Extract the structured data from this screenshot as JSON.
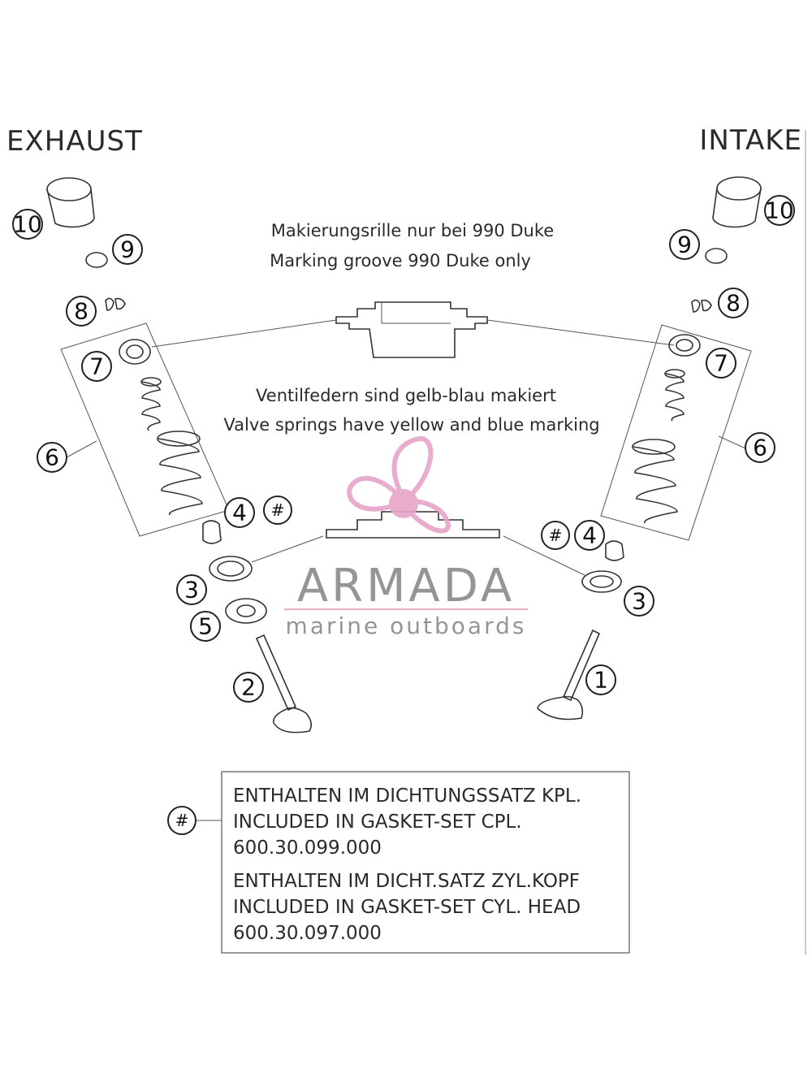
{
  "headers": {
    "exhaust": "EXHAUST",
    "intake": "INTAKE"
  },
  "notes": {
    "groove_de": "Makierungsrille nur bei 990 Duke",
    "groove_en": "Marking groove 990 Duke only",
    "springs_de": "Ventilfedern sind gelb-blau makiert",
    "springs_en": "Valve springs have yellow and blue marking"
  },
  "callouts": {
    "n1": "1",
    "n2": "2",
    "n3": "3",
    "n4": "4",
    "n5": "5",
    "n6": "6",
    "n7": "7",
    "n8": "8",
    "n9": "9",
    "n10": "10",
    "hash": "#"
  },
  "legend": {
    "line1": "ENTHALTEN IM DICHTUNGSSATZ KPL.",
    "line2": "INCLUDED IN GASKET-SET CPL.",
    "line3": "600.30.099.000",
    "line4": "ENTHALTEN IM DICHT.SATZ ZYL.KOPF",
    "line5": "INCLUDED IN GASKET-SET CYL. HEAD",
    "line6": "600.30.097.000"
  },
  "watermark": {
    "brand": "ARMADA",
    "tagline": "marine outboards",
    "pink": "#e8a4c8",
    "gray": "#8a8a8a"
  }
}
